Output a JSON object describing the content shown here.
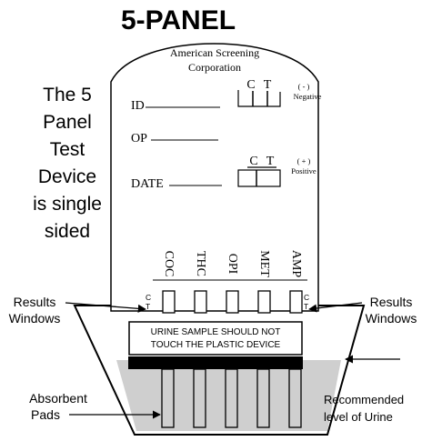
{
  "title": "5-PANEL",
  "device": {
    "maker_line1": "American Screening",
    "maker_line2": "Corporation",
    "id_label": "ID",
    "op_label": "OP",
    "date_label": "DATE",
    "negative": {
      "c": "C",
      "t": "T",
      "sign": "( - )",
      "word": "Negative"
    },
    "positive": {
      "c": "C",
      "t": "T",
      "sign": "( + )",
      "word": "Positive"
    },
    "panels": [
      "COC",
      "THC",
      "OPI",
      "MET",
      "AMP"
    ],
    "ct_left": {
      "c": "C",
      "t": "T"
    },
    "ct_right": {
      "c": "C",
      "t": "T"
    }
  },
  "side_text": [
    "The 5",
    "Panel",
    "Test",
    "Device",
    "is single",
    "sided"
  ],
  "results_left": [
    "Results",
    "Windows"
  ],
  "results_right": [
    "Results",
    "Windows"
  ],
  "warning": [
    "URINE SAMPLE SHOULD NOT",
    "TOUCH THE PLASTIC DEVICE"
  ],
  "absorbent": [
    "Absorbent",
    "Pads"
  ],
  "recommended": [
    "Recommended",
    "level of Urine"
  ]
}
